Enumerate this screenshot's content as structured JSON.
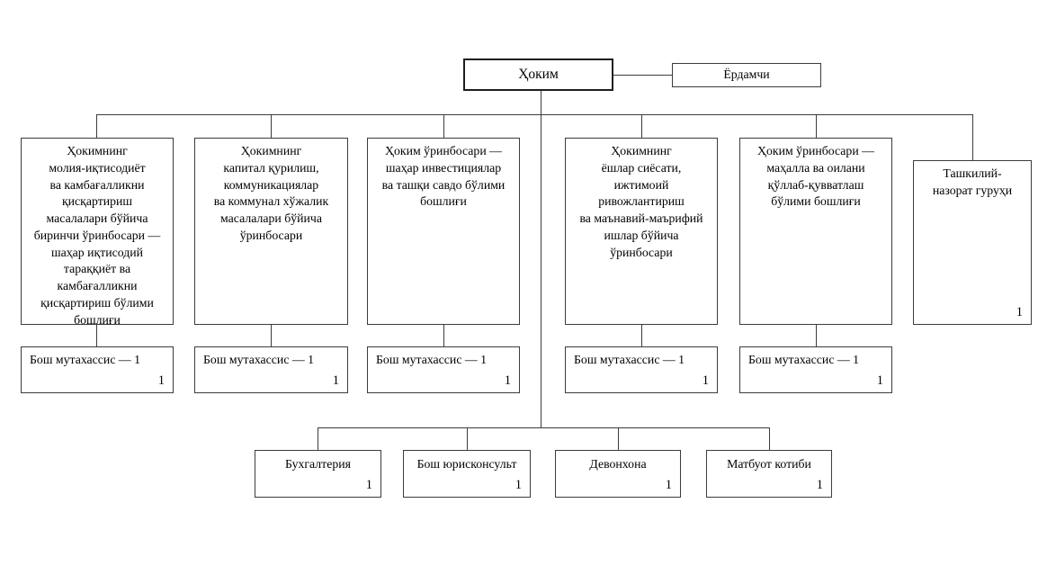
{
  "root": {
    "label": "Ҳоким"
  },
  "assistant": {
    "label": "Ёрдамчи"
  },
  "deputies": [
    {
      "label": "Ҳокимнинг\nмолия-иқтисодиёт\nва камбағалликни\nқисқартириш\nмасалалари бўйича\nбиринчи ўринбосари —\nшаҳар иқтисодий\nтараққиёт ва\nкамбағалликни\nқисқартириш бўлими\nбошлиғи"
    },
    {
      "label": "Ҳокимнинг\nкапитал қурилиш,\nкоммуникациялар\nва коммунал хўжалик\nмасалалари бўйича\nўринбосари"
    },
    {
      "label": "Ҳоким ўринбосари —\nшаҳар инвестициялар\nва ташқи савдо бўлими\nбошлиғи"
    },
    {
      "label": "Ҳокимнинг\nёшлар сиёсати,\nижтимоий\nривожлантириш\nва маънавий-маърифий\nишлар бўйича\nўринбосари"
    },
    {
      "label": "Ҳоким ўринбосари —\nмаҳалла ва оилани\nқўллаб-қувватлаш\nбўлими бошлиғи"
    },
    {
      "label": "Ташкилий-\nназорат гуруҳи",
      "count": "1"
    }
  ],
  "specialists": [
    {
      "label": "Бош мутахассис — 1",
      "count": "1"
    },
    {
      "label": "Бош мутахассис — 1",
      "count": "1"
    },
    {
      "label": "Бош мутахассис — 1",
      "count": "1"
    },
    {
      "label": "Бош мутахассис — 1",
      "count": "1"
    },
    {
      "label": "Бош мутахассис — 1",
      "count": "1"
    }
  ],
  "departments": [
    {
      "label": "Бухгалтерия",
      "count": "1"
    },
    {
      "label": "Бош юрисконсульт",
      "count": "1"
    },
    {
      "label": "Девонхона",
      "count": "1"
    },
    {
      "label": "Матбуот котиби",
      "count": "1"
    }
  ]
}
